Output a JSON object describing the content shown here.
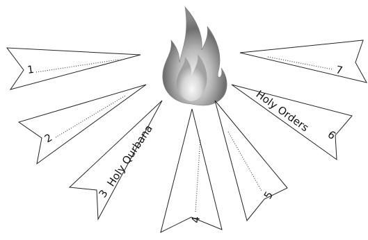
{
  "diagram": {
    "center_icon": "flame-icon",
    "arrows": [
      {
        "id": "arrow-1",
        "number": "1",
        "text": ""
      },
      {
        "id": "arrow-2",
        "number": "2",
        "text": ""
      },
      {
        "id": "arrow-3",
        "number": "3",
        "text": "Holy Qurbana"
      },
      {
        "id": "arrow-4",
        "number": "4",
        "text": ""
      },
      {
        "id": "arrow-5",
        "number": "5",
        "text": ""
      },
      {
        "id": "arrow-6",
        "number": "6",
        "text": "Holy Orders"
      },
      {
        "id": "arrow-7",
        "number": "7",
        "text": ""
      }
    ]
  }
}
